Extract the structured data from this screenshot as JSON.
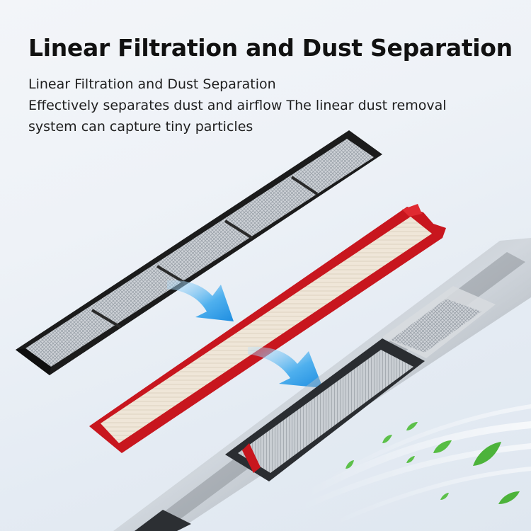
{
  "headline": "Linear Filtration and Dust Separation",
  "subtitle": "Linear Filtration and Dust Separation",
  "description_line1": "Effectively separates dust and airflow The linear dust removal",
  "description_line2": "system can capture tiny particles",
  "colors": {
    "background": "#eef2f7",
    "filter_frame_black": "#1b1b1b",
    "filter_frame_red": "#c8161e",
    "arrow_blue": "#2b9be6",
    "leaf_green": "#4cb33a"
  },
  "icons": [
    "arrow-down-right-icon",
    "leaf-icon"
  ]
}
